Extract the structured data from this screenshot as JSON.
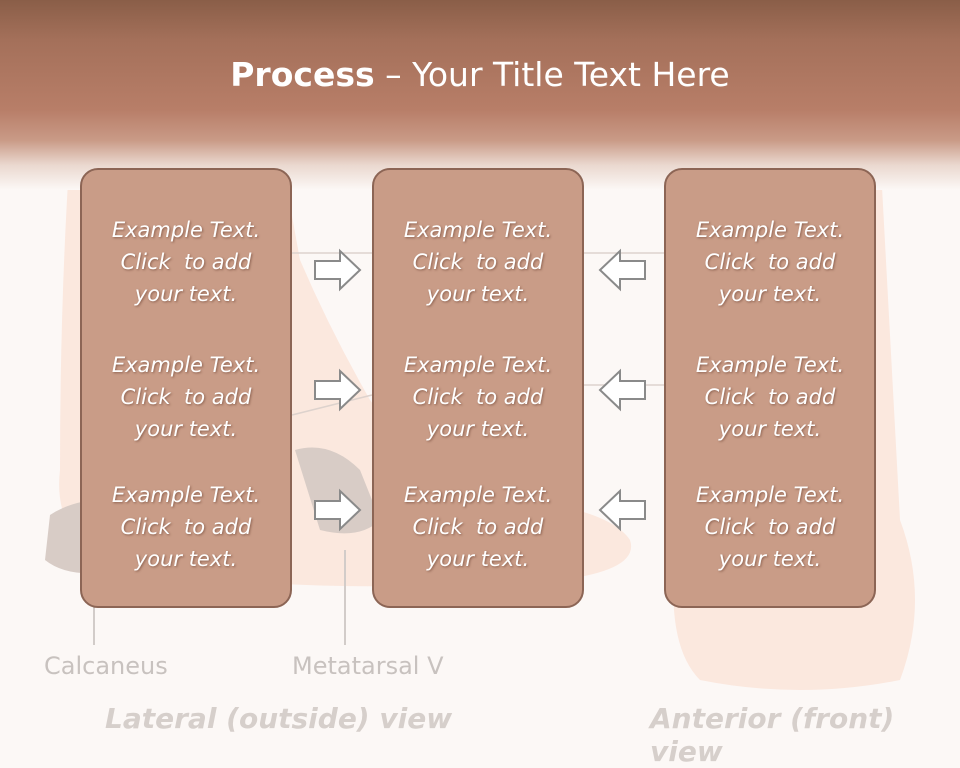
{
  "slide": {
    "title_bold": "Process",
    "title_rest": " – Your Title Text Here"
  },
  "background": {
    "label_left": "Calcaneus",
    "label_right": "Metatarsal V",
    "caption_left": "Lateral (outside) view",
    "caption_right": "Anterior (front) view"
  },
  "columns": [
    {
      "items": [
        {
          "line1": "Example Text.",
          "line2": "Click  to add",
          "line3": "your text."
        },
        {
          "line1": "Example Text.",
          "line2": "Click  to add",
          "line3": "your text."
        },
        {
          "line1": "Example Text.",
          "line2": "Click  to add",
          "line3": "your text."
        }
      ]
    },
    {
      "items": [
        {
          "line1": "Example Text.",
          "line2": "Click  to add",
          "line3": "your text."
        },
        {
          "line1": "Example Text.",
          "line2": "Click  to add",
          "line3": "your text."
        },
        {
          "line1": "Example Text.",
          "line2": "Click  to add",
          "line3": "your text."
        }
      ]
    },
    {
      "items": [
        {
          "line1": "Example Text.",
          "line2": "Click  to add",
          "line3": "your text."
        },
        {
          "line1": "Example Text.",
          "line2": "Click  to add",
          "line3": "your text."
        },
        {
          "line1": "Example Text.",
          "line2": "Click  to add",
          "line3": "your text."
        }
      ]
    }
  ],
  "arrows": {
    "left_group_direction": "right",
    "right_group_direction": "left",
    "icon": "outline-arrow-icon"
  },
  "colors": {
    "header": "#a4705a",
    "card_fill": "#c99c87",
    "card_border": "#8c6555",
    "text": "#ffffff"
  }
}
